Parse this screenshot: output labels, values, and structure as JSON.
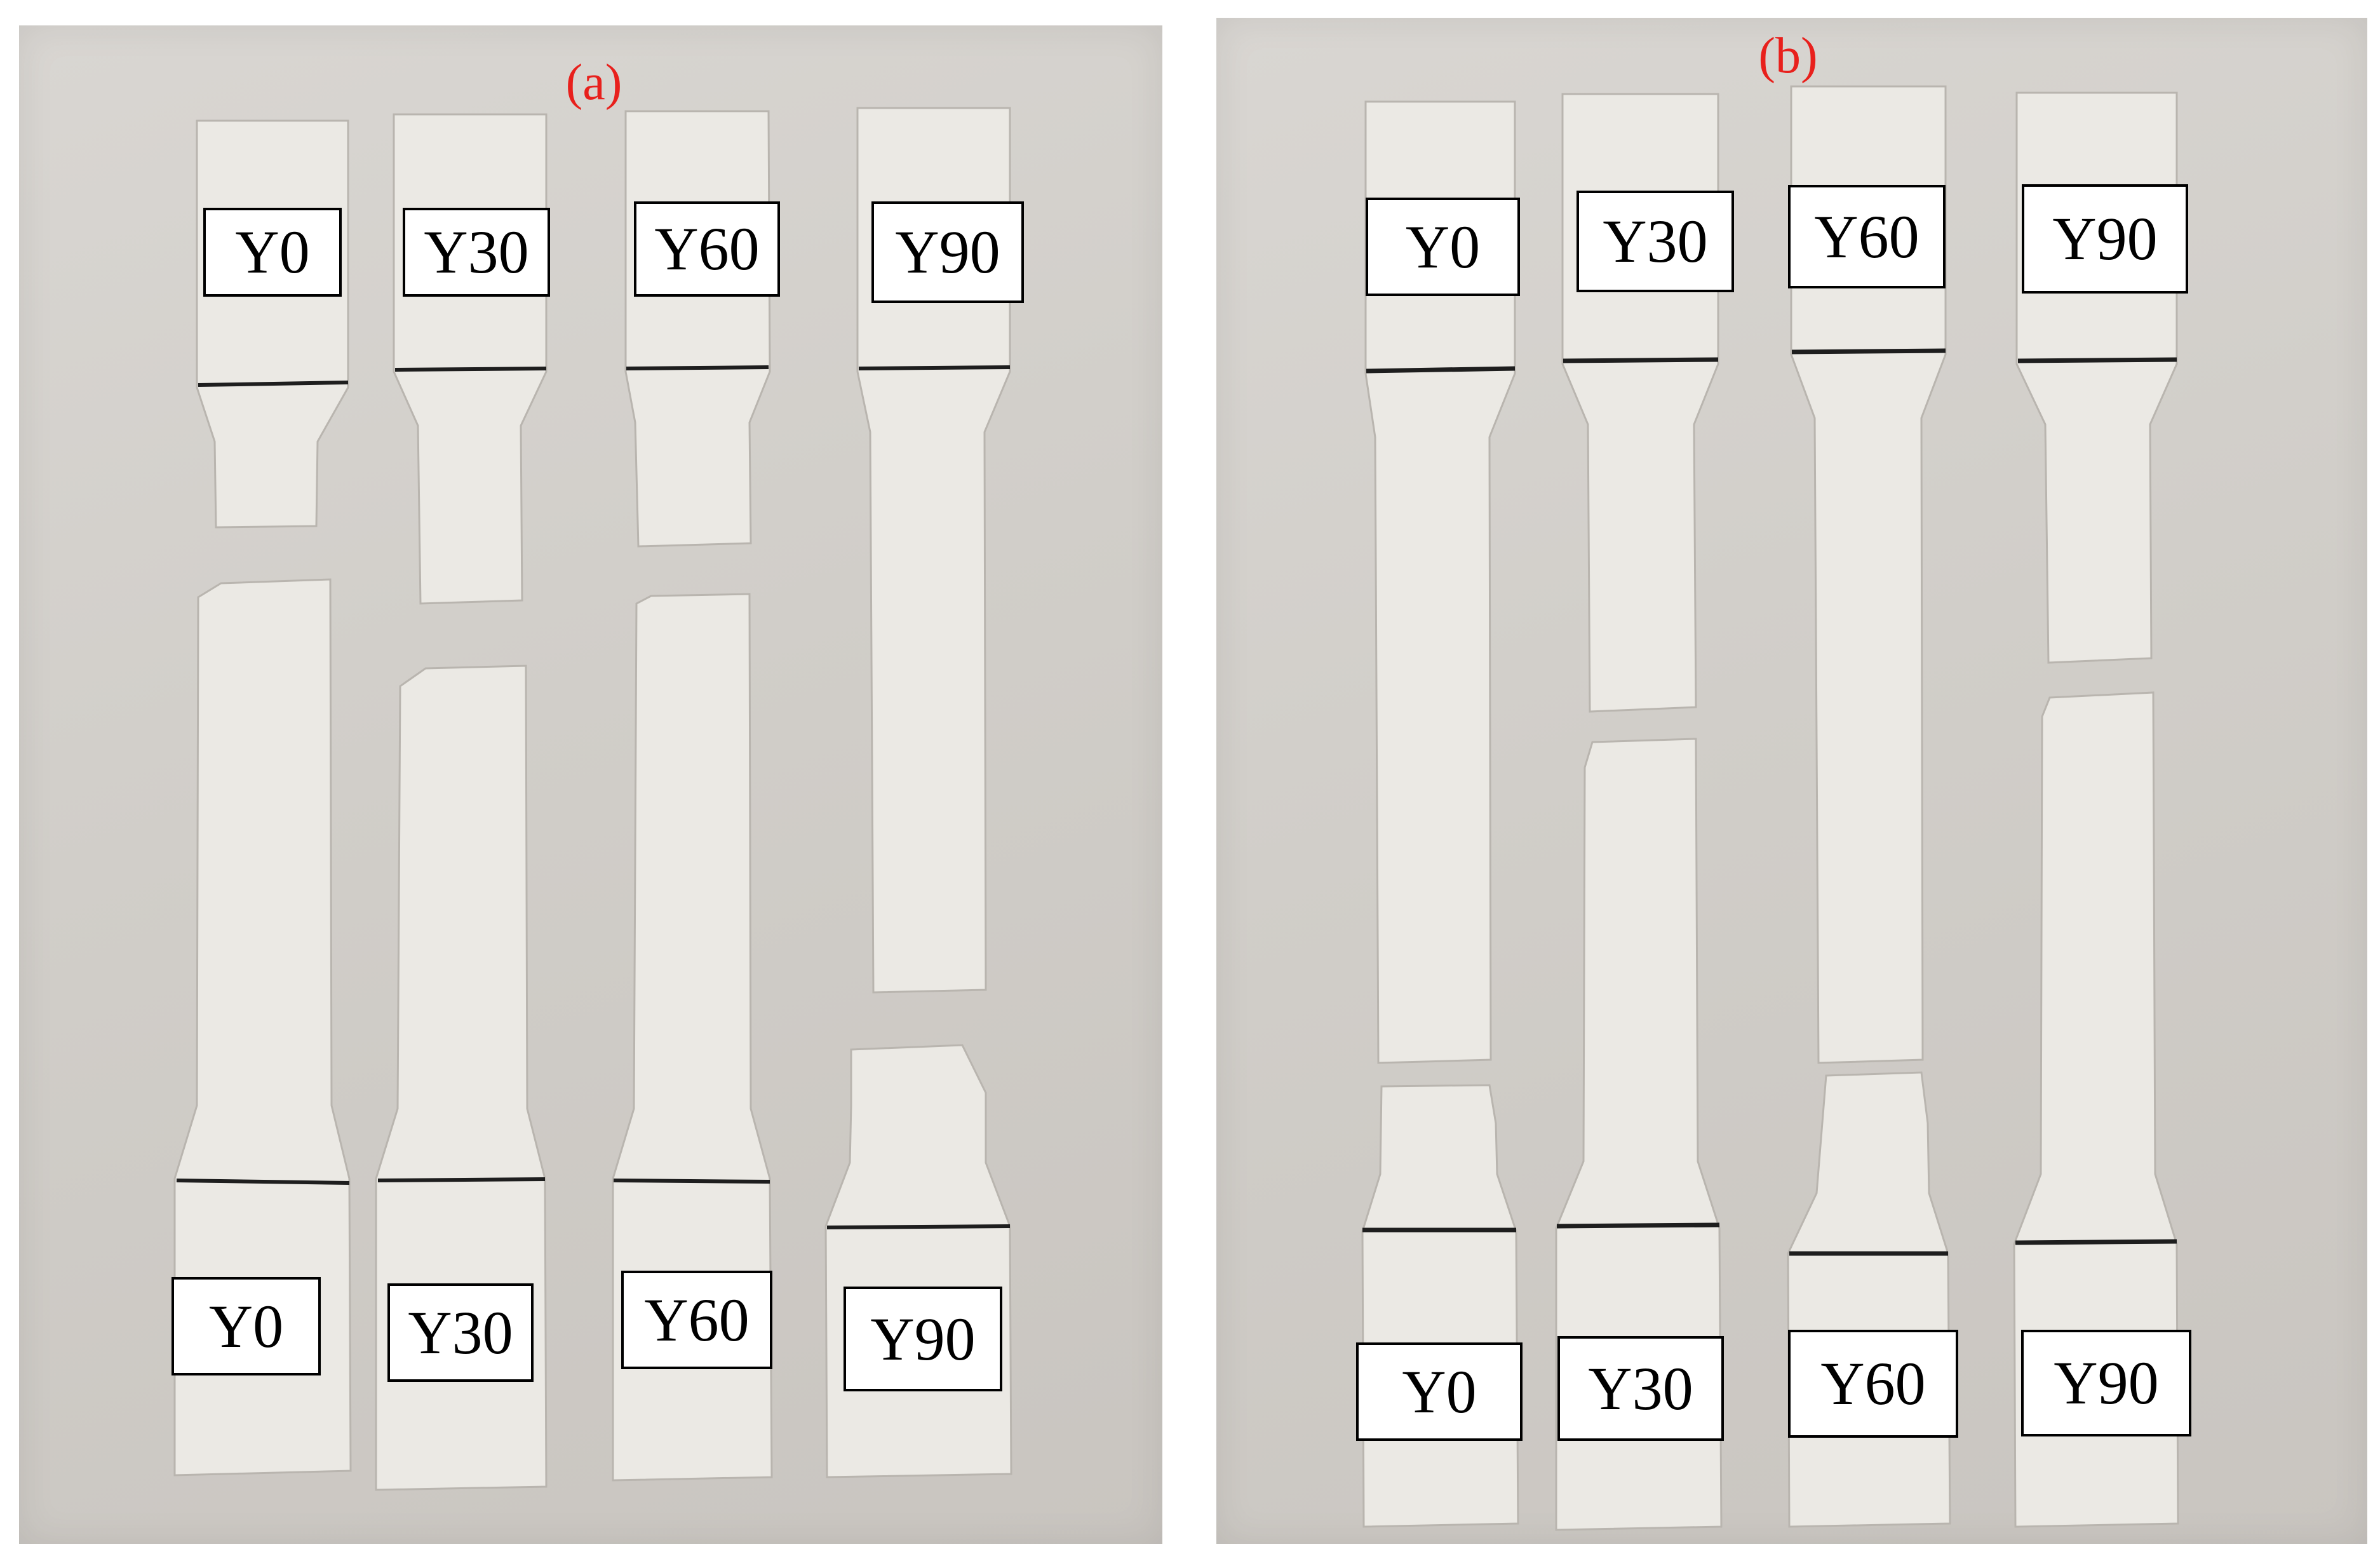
{
  "panels": [
    {
      "id": "a",
      "label": "(a)",
      "top_labels": [
        "Y0",
        "Y30",
        "Y60",
        "Y90"
      ],
      "bottom_labels": [
        "Y0",
        "Y30",
        "Y60",
        "Y90"
      ]
    },
    {
      "id": "b",
      "label": "(b)",
      "top_labels": [
        "Y0",
        "Y30",
        "Y60",
        "Y90"
      ],
      "bottom_labels": [
        "Y0",
        "Y30",
        "Y60",
        "Y90"
      ]
    }
  ],
  "colors": {
    "background": "#d2cfca",
    "specimen": "#ebe9e4",
    "panel_label": "#e8201c",
    "label_box": "#ffffff"
  }
}
